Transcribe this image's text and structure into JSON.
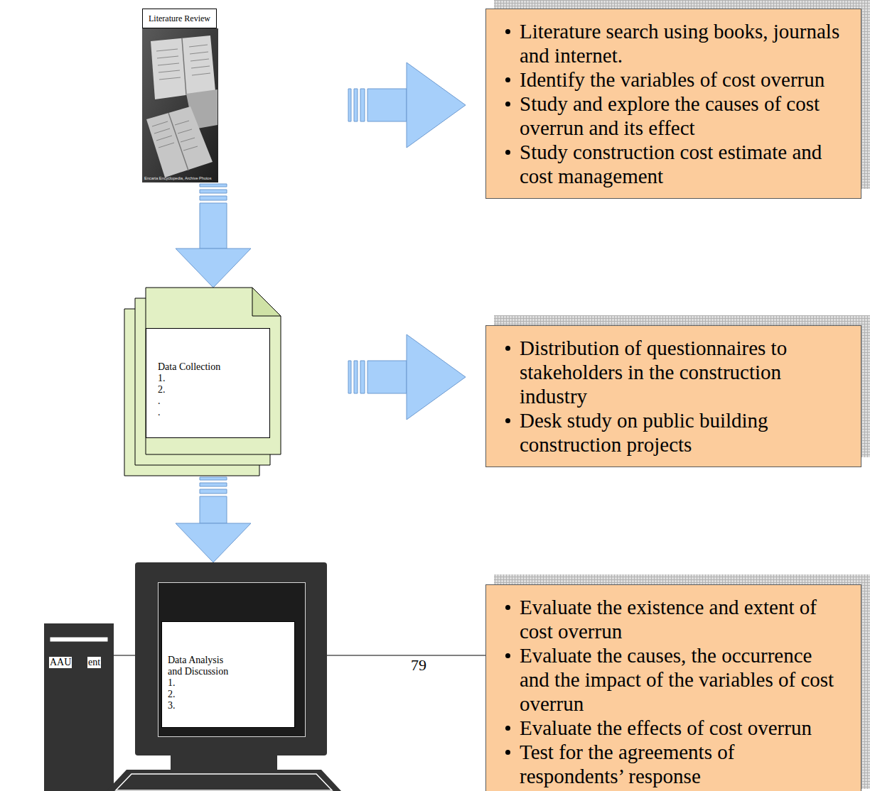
{
  "diagram": {
    "nodes": [
      {
        "text": [
          "Literature Review"
        ]
      },
      {
        "text": [
          "Literature search using books, journals and internet.",
          "Identify the variables of cost overrun",
          "Study and explore the causes of cost overrun and its effect",
          "Study construction cost estimate and cost management"
        ]
      },
      {
        "text": [
          "Data Collection",
          "1.",
          "2.",
          ".",
          "."
        ]
      },
      {
        "text": [
          "Distribution of questionnaires to stakeholders in the construction industry",
          "Desk study on public building construction projects"
        ]
      },
      {
        "text": [
          "Data Analysis and Discussion",
          "1.",
          "2.",
          "3."
        ]
      },
      {
        "text": [
          "Evaluate the existence and extent of cost overrun",
          "Evaluate the causes, the occurrence and the impact of the variables of cost overrun",
          "Evaluate the effects of cost overrun",
          "Test for the agreements of respondents’ response"
        ]
      }
    ],
    "edges": [
      {
        "from": 0,
        "to": 1,
        "arrow": "to"
      },
      {
        "from": 0,
        "to": 2,
        "arrow": "to"
      },
      {
        "from": 2,
        "to": 3,
        "arrow": "to"
      },
      {
        "from": 2,
        "to": 4,
        "arrow": "to"
      }
    ],
    "labels": [
      "Encarta Encyclopedia, Archive Photos",
      "AAU",
      "ent",
      "79"
    ]
  }
}
